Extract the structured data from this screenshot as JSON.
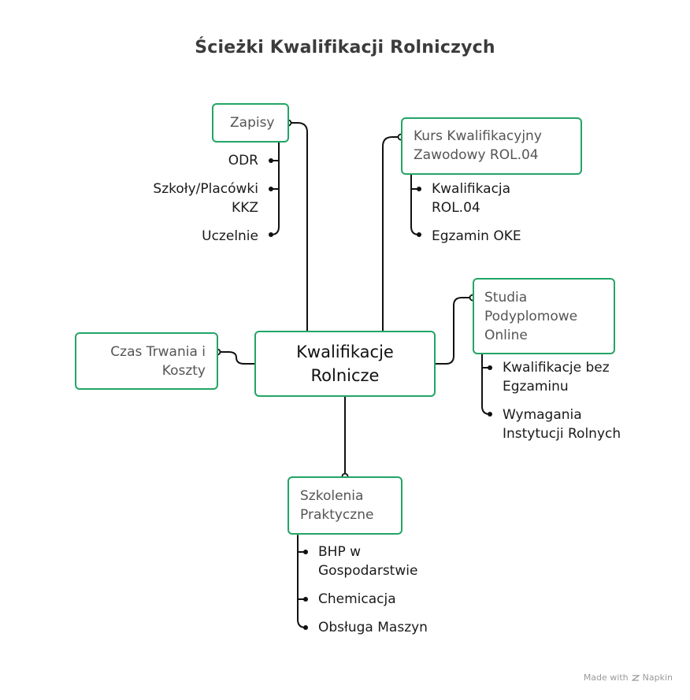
{
  "title": "Ścieżki Kwalifikacji Rolniczych",
  "center": {
    "line1": "Kwalifikacje",
    "line2": "Rolnicze"
  },
  "branches": {
    "zapisy": {
      "label": "Zapisy",
      "leaves": [
        "ODR",
        "Szkoły/Placówki",
        "KKZ",
        "Uczelnie"
      ]
    },
    "kurs": {
      "label_line1": "Kurs Kwalifikacyjny",
      "label_line2": "Zawodowy ROL.04",
      "leaves": [
        "Kwalifikacja",
        "ROL.04",
        "Egzamin OKE"
      ]
    },
    "studia": {
      "label_line1": "Studia",
      "label_line2": "Podyplomowe",
      "label_line3": "Online",
      "leaves": [
        "Kwalifikacje bez",
        "Egzaminu",
        "Wymagania",
        "Instytucji Rolnych"
      ]
    },
    "czas": {
      "label_line1": "Czas Trwania i",
      "label_line2": "Koszty"
    },
    "szkolenia": {
      "label_line1": "Szkolenia",
      "label_line2": "Praktyczne",
      "leaves": [
        "BHP w",
        "Gospodarstwie",
        "Chemicacja",
        "Obsługa Maszyn"
      ]
    }
  },
  "colors": {
    "border": "#22a565",
    "line": "#111111"
  },
  "branding": {
    "text": "Made with",
    "brand": "Napkin",
    "icon": "napkin-logo-icon"
  }
}
